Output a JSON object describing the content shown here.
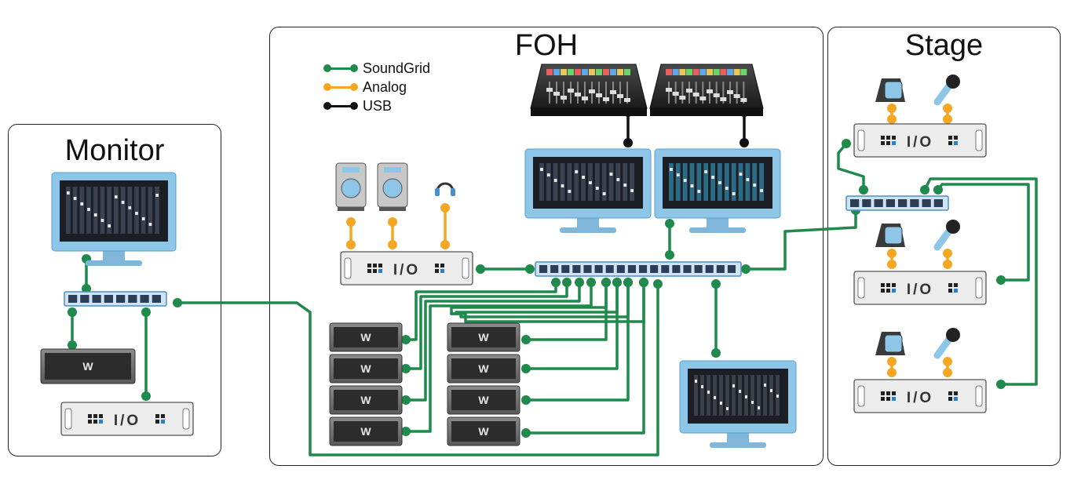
{
  "panels": {
    "monitor": {
      "title": "Monitor"
    },
    "foh": {
      "title": "FOH"
    },
    "stage": {
      "title": "Stage"
    }
  },
  "legend": [
    {
      "label": "SoundGrid",
      "color": "#1f8a4c"
    },
    {
      "label": "Analog",
      "color": "#f5a623"
    },
    {
      "label": "USB",
      "color": "#111111"
    }
  ],
  "io_label": "I/O",
  "colors": {
    "soundgrid": "#1f8a4c",
    "analog": "#f5a623",
    "usb": "#111111",
    "switch_fill": "#cfe3f3",
    "switch_border": "#4a90c8",
    "monitor_frame": "#8ec6e8",
    "io_fill": "#ececec"
  },
  "icons": {
    "mixer_console": "control-surface-icon",
    "display": "display-icon",
    "speaker": "speaker-icon",
    "headphones": "headphones-icon",
    "microphone": "microphone-icon",
    "stagebox": "mic-preamp-icon",
    "server": "soundgrid-server-icon",
    "switch": "network-switch-icon",
    "io": "io-rack-icon"
  }
}
